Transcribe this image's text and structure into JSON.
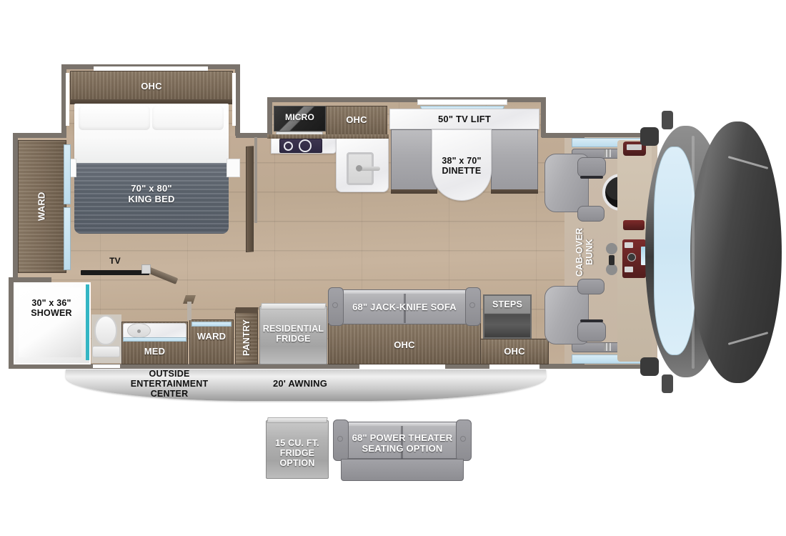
{
  "floorplan": {
    "title": "RV Floorplan",
    "rooms": {
      "bedroom": {
        "ohc_label": "OHC",
        "bed_label": "70\" x 80\"\nKING BED",
        "wardrobe_label": "WARD",
        "tv_label": "TV"
      },
      "kitchen": {
        "micro_label": "MICRO",
        "ohc_label": "OHC"
      },
      "dinette": {
        "tv_lift_label": "50\" TV LIFT",
        "dinette_label": "38\" x 70\"\nDINETTE"
      },
      "bathroom": {
        "shower_label": "30\" x 36\"\nSHOWER",
        "med_label": "MED"
      },
      "hallway": {
        "ward_label": "WARD",
        "pantry_label": "PANTRY",
        "fridge_label": "RESIDENTIAL\nFRIDGE"
      },
      "living": {
        "sofa_label": "68\" JACK-KNIFE SOFA",
        "sofa_ohc_label": "OHC",
        "steps_label": "STEPS",
        "steps_ohc_label": "OHC"
      },
      "cab": {
        "bunk_label": "CAB-OVER\nBUNK"
      }
    },
    "exterior": {
      "awning_label": "20' AWNING",
      "outside_entertainment_label": "OUTSIDE\nENTERTAINMENT\nCENTER"
    },
    "options": [
      {
        "id": "fridge-option",
        "label": "15 CU. FT.\nFRIDGE\nOPTION"
      },
      {
        "id": "theater-seating-option",
        "label": "68\" POWER THEATER\nSEATING OPTION"
      }
    ],
    "colors": {
      "wall": "#7a736c",
      "wood_floor": "#c3ad97",
      "cabinet": "#7d6c59",
      "upholstery": "#a9a9ad",
      "counter": "#f2f2f3",
      "blanket": "#5e6670",
      "accent_glass": "#cde6f4",
      "label_light": "#ffffff",
      "label_dark": "#111111"
    }
  }
}
